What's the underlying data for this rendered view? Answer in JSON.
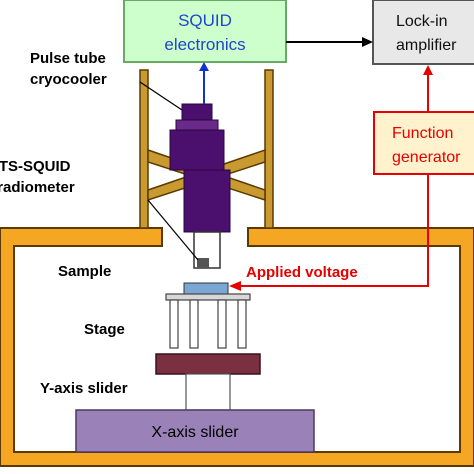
{
  "boxes": {
    "squid": {
      "line1": "SQUID",
      "line2": "electronics"
    },
    "lockin": {
      "line1": "Lock-in",
      "line2": "amplifier"
    },
    "function": {
      "line1": "Function",
      "line2": "generator"
    }
  },
  "labels": {
    "pulse_tube_1": "Pulse tube",
    "pulse_tube_2": "cryocooler",
    "hts_1": "HTS-SQUID",
    "hts_2": "gradiometer",
    "sample": "Sample",
    "applied_voltage": "Applied voltage",
    "stage": "Stage",
    "y_slider": "Y-axis slider",
    "x_slider": "X-axis slider"
  },
  "colors": {
    "squid_box_fill": "#ccffcc",
    "squid_box_stroke": "#66aa66",
    "squid_text": "#2244cc",
    "lockin_fill": "#e8e8e8",
    "function_fill": "#fff2cc",
    "function_text": "#e60000",
    "red_wire": "#e60000",
    "blue_wire": "#1133cc",
    "chamber_fill": "#f5a623",
    "chamber_stroke": "#5a3a00",
    "cryocooler": "#4b0f6e",
    "x_slider_fill": "#9a82b8",
    "y_slider_fill": "#7a3040",
    "support": "#c89a30"
  }
}
